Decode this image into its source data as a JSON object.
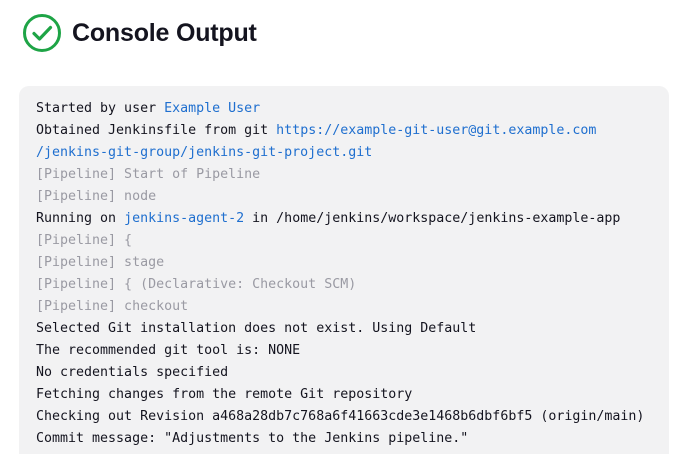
{
  "header": {
    "title": "Console Output",
    "status_icon": "check-circle-icon",
    "status_color": "#1ea446"
  },
  "console": {
    "line1_prefix": "Started by user ",
    "line1_user": "Example User",
    "line2_prefix": "Obtained Jenkinsfile from git ",
    "line2_url_part1": "https://example-git-user@git.example.com",
    "line3_url_part2": "/jenkins-git-group/jenkins-git-project.git",
    "line4": "[Pipeline] Start of Pipeline",
    "line5": "[Pipeline] node",
    "line6_prefix": "Running on ",
    "line6_agent": "jenkins-agent-2",
    "line6_suffix": " in /home/jenkins/workspace/jenkins-example-app",
    "line7": "[Pipeline] {",
    "line8": "[Pipeline] stage",
    "line9": "[Pipeline] { (Declarative: Checkout SCM)",
    "line10": "[Pipeline] checkout",
    "line11": "Selected Git installation does not exist. Using Default",
    "line12": "The recommended git tool is: NONE",
    "line13": "No credentials specified",
    "line14": "Fetching changes from the remote Git repository",
    "line15": "Checking out Revision a468a28db7c768a6f41663cde3e1468b6dbf6bf5 (origin/main)",
    "line16": "Commit message: \"Adjustments to the Jenkins pipeline.\"",
    "link_color": "#1f6fcf",
    "muted_color": "#9a9aa3"
  }
}
